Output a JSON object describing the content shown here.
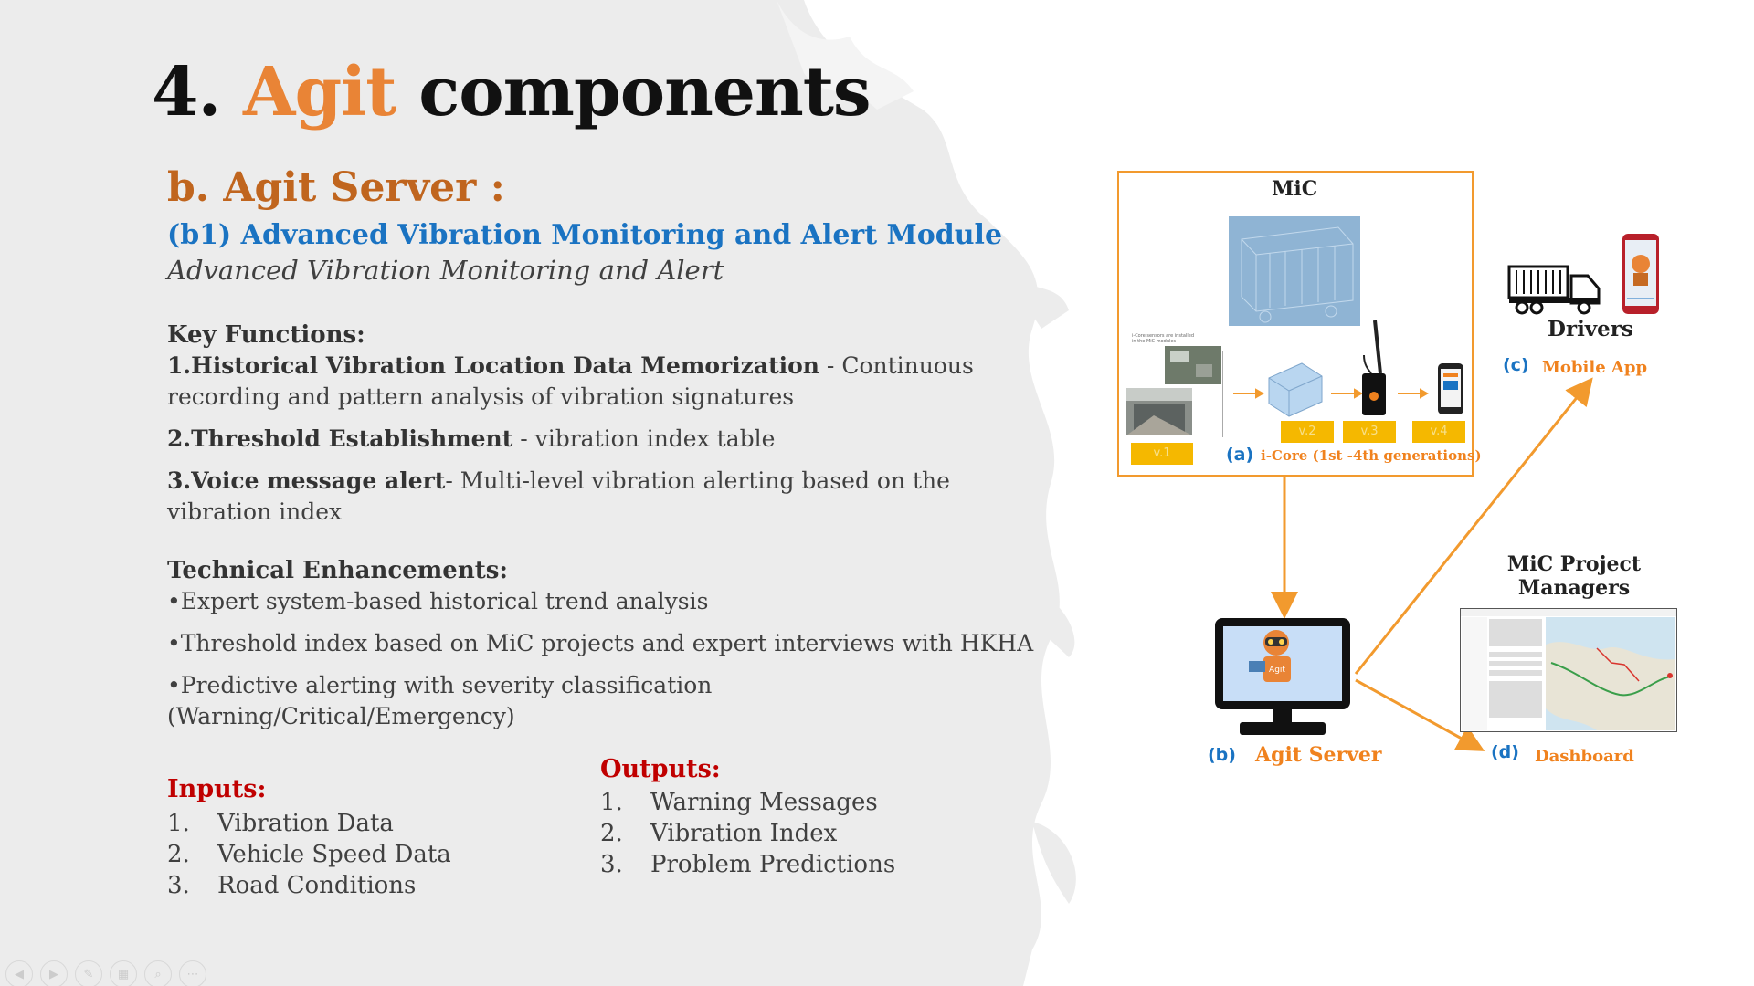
{
  "title": {
    "number": "4.",
    "accent": "Agit",
    "rest": "components"
  },
  "subtitle": "b. Agit Server :",
  "module": {
    "title": "(b1) Advanced Vibration Monitoring and Alert  Module",
    "description": "Advanced Vibration Monitoring and Alert"
  },
  "key_functions": {
    "heading": "Key Functions:",
    "items": [
      {
        "bold": "1.Historical Vibration Location Data Memorization",
        "text": " - Continuous recording and pattern analysis of vibration signatures"
      },
      {
        "bold": "2.Threshold Establishment",
        "text": " - vibration index table"
      },
      {
        "bold": "3.Voice message alert",
        "text": "- Multi-level vibration alerting based on the vibration index"
      }
    ]
  },
  "enhancements": {
    "heading": "Technical Enhancements:",
    "items": [
      "•Expert system-based historical trend analysis",
      "•Threshold index based on MiC projects and expert interviews with HKHA",
      "•Predictive alerting with severity classification (Warning/Critical/Emergency)"
    ]
  },
  "inputs": {
    "heading": "Inputs:",
    "items": [
      "Vibration Data",
      "Vehicle Speed Data",
      "Road Conditions"
    ]
  },
  "outputs": {
    "heading": "Outputs:",
    "items": [
      "Warning Messages",
      "Vibration Index",
      "Problem Predictions"
    ]
  },
  "diagram": {
    "mic_label": "MiC",
    "icore_letter": "(a)",
    "icore_label": "i-Core (1st -4th generations)",
    "versions": [
      "v.1",
      "v.2",
      "v.3",
      "v.4"
    ],
    "sensor_note": "i-Core sensors are installed in the MiC modules",
    "drivers_label": "Drivers",
    "mobile_letter": "(c)",
    "mobile_label": "Mobile App",
    "server_letter": "(b)",
    "server_label": "Agit Server",
    "server_screen_text": "Agit",
    "pm_label_1": "MiC Project",
    "pm_label_2": "Managers",
    "dashboard_letter": "(d)",
    "dashboard_label": "Dashboard"
  },
  "colors": {
    "accent": "#e98436",
    "subtitle": "#c0651e",
    "module": "#1a73c2",
    "io_heading": "#c00000",
    "arrow": "#f29a2e"
  },
  "footer_icons": [
    "prev-icon",
    "next-icon",
    "pen-icon",
    "slides-icon",
    "zoom-icon",
    "more-icon"
  ]
}
